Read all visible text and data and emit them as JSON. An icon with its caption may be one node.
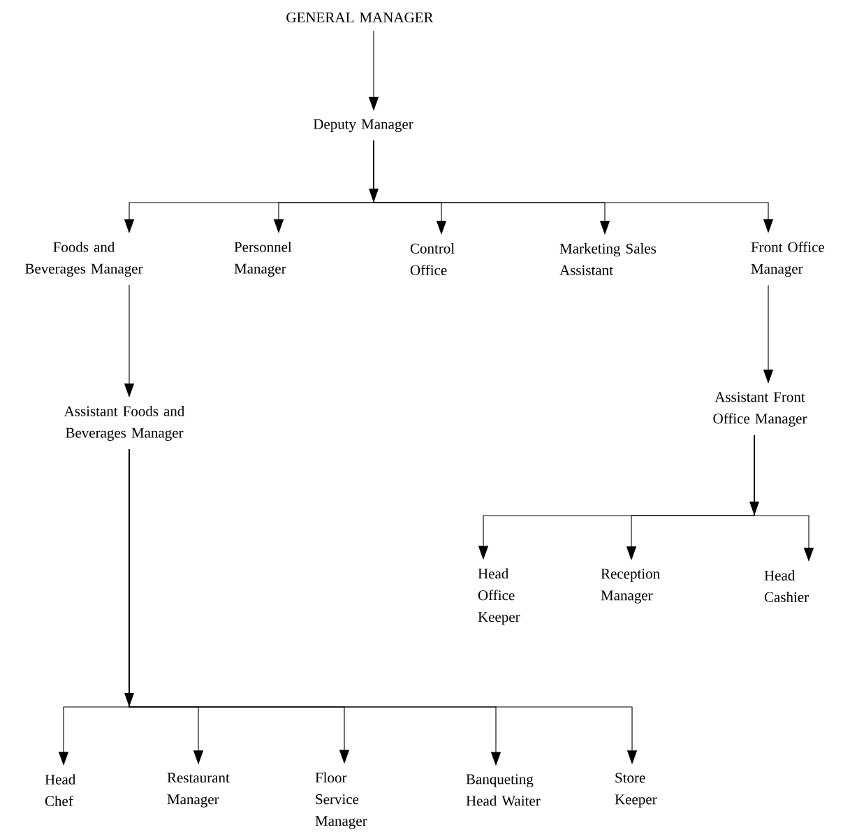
{
  "diagram": {
    "nodes": [
      {
        "text": [
          "GENERAL MANAGER"
        ]
      },
      {
        "text": [
          "Deputy Manager"
        ]
      },
      {
        "text": [
          "Foods and Beverages Manager"
        ]
      },
      {
        "text": [
          "Personnel Manager"
        ]
      },
      {
        "text": [
          "Control Office"
        ]
      },
      {
        "text": [
          "Marketing Sales Assistant"
        ]
      },
      {
        "text": [
          "Front Office Manager"
        ]
      },
      {
        "text": [
          "Assistant Foods and Beverages Manager"
        ]
      },
      {
        "text": [
          "Assistant Front Office Manager"
        ]
      },
      {
        "text": [
          "Head Office Keeper"
        ]
      },
      {
        "text": [
          "Reception Manager"
        ]
      },
      {
        "text": [
          "Head Cashier"
        ]
      },
      {
        "text": [
          "Head Chef"
        ]
      },
      {
        "text": [
          "Restaurant Manager"
        ]
      },
      {
        "text": [
          "Floor Service Manager"
        ]
      },
      {
        "text": [
          "Banqueting Head Waiter"
        ]
      },
      {
        "text": [
          "Store Keeper"
        ]
      }
    ],
    "edges": [
      {
        "from": 0,
        "to": 1,
        "arrow": "to"
      },
      {
        "from": 1,
        "to": 2,
        "arrow": "to"
      },
      {
        "from": 1,
        "to": 3,
        "arrow": "to"
      },
      {
        "from": 1,
        "to": 4,
        "arrow": "to"
      },
      {
        "from": 1,
        "to": 5,
        "arrow": "to"
      },
      {
        "from": 1,
        "to": 6,
        "arrow": "to"
      },
      {
        "from": 2,
        "to": 7,
        "arrow": "to"
      },
      {
        "from": 6,
        "to": 8,
        "arrow": "to"
      },
      {
        "from": 8,
        "to": 9,
        "arrow": "to"
      },
      {
        "from": 8,
        "to": 10,
        "arrow": "to"
      },
      {
        "from": 8,
        "to": 11,
        "arrow": "to"
      },
      {
        "from": 7,
        "to": 12,
        "arrow": "to"
      },
      {
        "from": 7,
        "to": 13,
        "arrow": "to"
      },
      {
        "from": 7,
        "to": 14,
        "arrow": "to"
      },
      {
        "from": 7,
        "to": 15,
        "arrow": "to"
      },
      {
        "from": 7,
        "to": 16,
        "arrow": "to"
      }
    ]
  }
}
